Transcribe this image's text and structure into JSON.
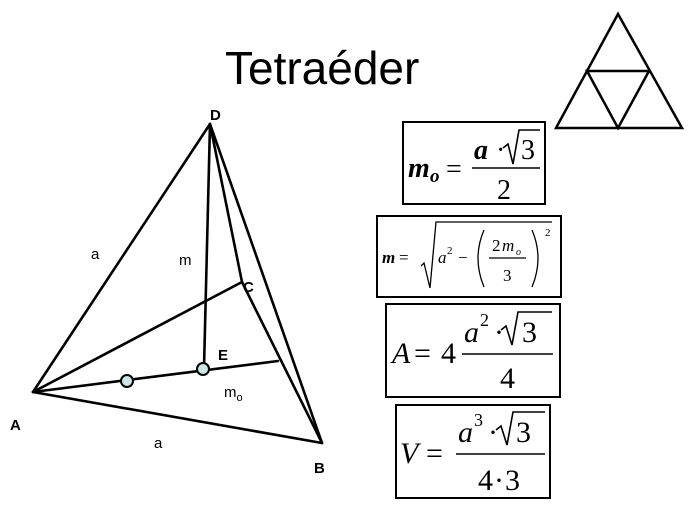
{
  "title": "Tetraéder",
  "vertices": {
    "A": "A",
    "B": "B",
    "C": "C",
    "D": "D",
    "E": "E"
  },
  "edge_labels": {
    "side_left": "a",
    "side_bottom": "a",
    "height": "m",
    "median": "m",
    "median_sub": "o"
  },
  "formulas": {
    "mo": {
      "lhs": "m",
      "lhs_sub": "o",
      "eq": "=",
      "num_a": "a",
      "dot": "·",
      "num_rad": "3",
      "den": "2"
    },
    "m": {
      "lhs": "m",
      "eq": "=",
      "a": "a",
      "a_exp": "2",
      "minus": "−",
      "num": "2",
      "num_m": "m",
      "num_sub": "o",
      "den": "3",
      "paren_exp": "2"
    },
    "A": {
      "lhs": "A",
      "eq": "=",
      "coef": "4",
      "num_a": "a",
      "num_exp": "2",
      "dot": "·",
      "num_rad": "3",
      "den": "4"
    },
    "V": {
      "lhs": "V",
      "eq": "=",
      "num_a": "a",
      "num_exp": "3",
      "dot": "·",
      "num_rad": "3",
      "den_a": "4",
      "den_dot": "·",
      "den_b": "3"
    }
  },
  "colors": {
    "line": "#000000",
    "point_fill": "#c8e6e6"
  }
}
